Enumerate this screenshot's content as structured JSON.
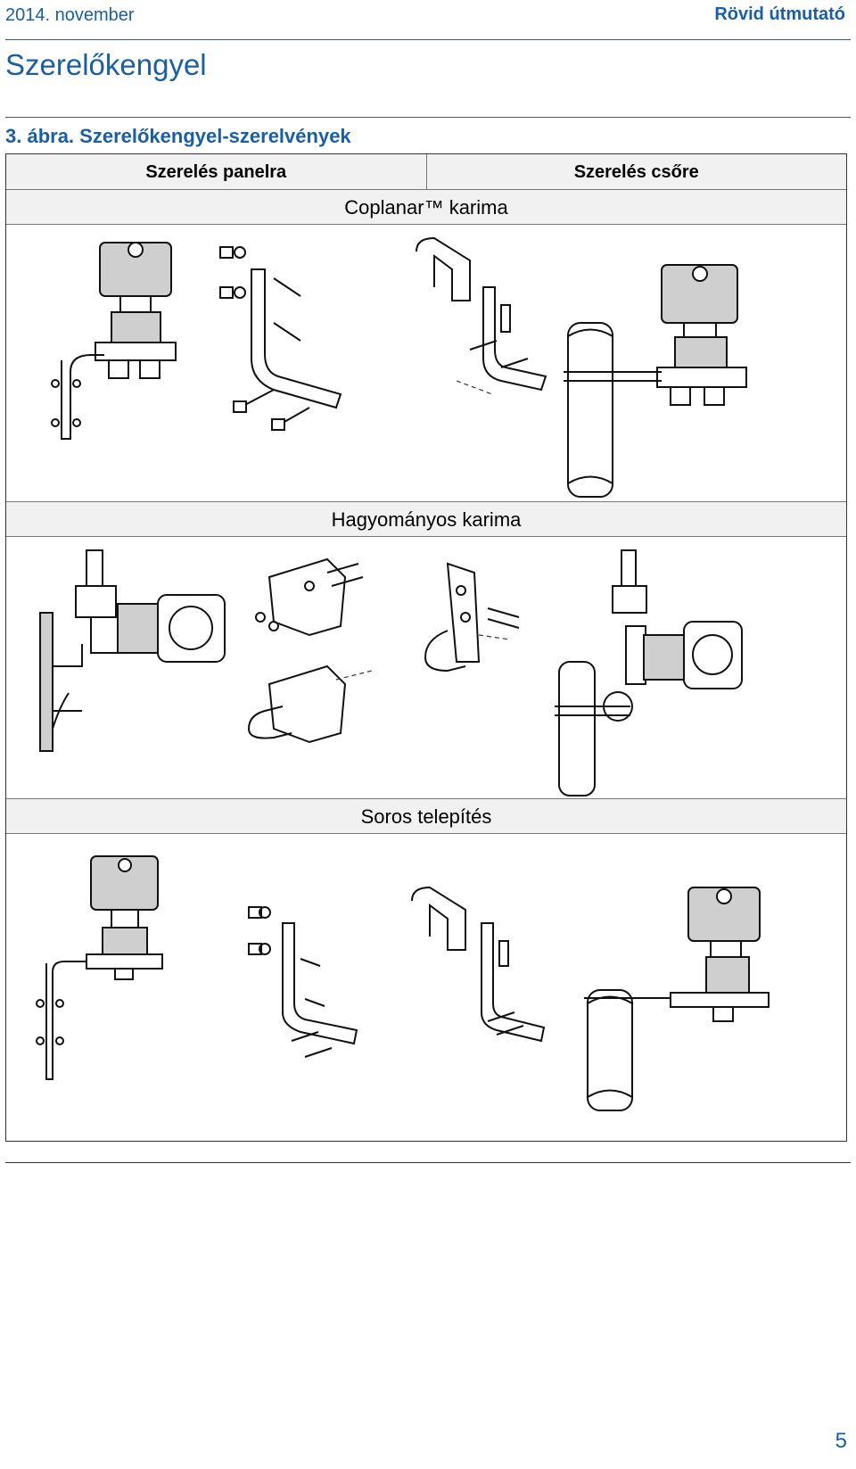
{
  "header": {
    "date": "2014. november",
    "doc_title": "Rövid útmutató"
  },
  "section_title": "Szerelőkengyel",
  "figure": {
    "caption": "3. ábra.  Szerelőkengyel-szerelvények",
    "col_panel": "Szerelés panelra",
    "col_pipe": "Szerelés csőre",
    "coplanar": "Coplanar™ karima",
    "traditional": "Hagyományos karima",
    "inline": "Soros telepítés"
  },
  "footer": {
    "page_number": "5"
  }
}
